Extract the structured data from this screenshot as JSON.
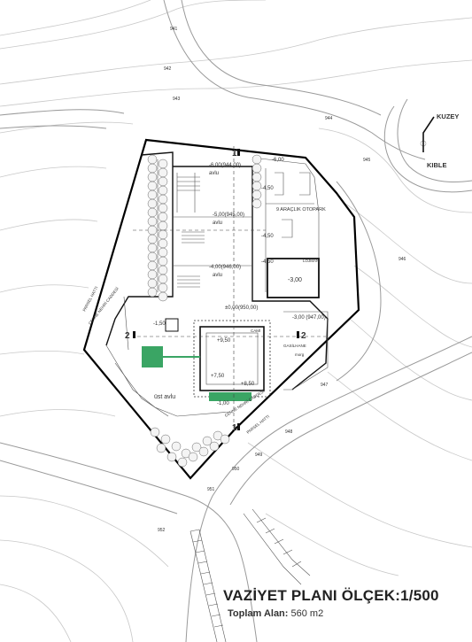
{
  "title": "VAZİYET PLANI ÖLÇEK:1/500",
  "area": {
    "label": "Toplam Alan:",
    "value": "560 m2"
  },
  "north_arrow": {
    "kuzey": "KUZEY",
    "kible": "KIBLE"
  },
  "contour_labels": [
    "941",
    "942",
    "943",
    "944",
    "945",
    "946",
    "947",
    "948",
    "949",
    "950",
    "951",
    "952"
  ],
  "level_labels": {
    "l1": "-6,00",
    "l2": "-6,00(944,00)",
    "l3": "avlu",
    "l4": "-5,00(945,00)",
    "l5": "avlu",
    "l6": "-4,00(946,00)",
    "l7": "avlu",
    "l8": "±0,00(950,00)",
    "l9": "-3,00 (947,00)",
    "l10": "+9,50",
    "l11": "+7,50",
    "l12": "+8,50",
    "l13": "-1,50",
    "l14": "-1,00",
    "l15": "-4,50",
    "l16": "-4,50",
    "l17": "-4,50"
  },
  "room_labels": {
    "otopark": "9 ARAÇLIK OTOPARK",
    "lojman": "LOJMAN",
    "lojman_level": "-3,00",
    "cami": "CAMİ",
    "ust_avlu": "üst avlu",
    "gasilhane": "GASİLHANE",
    "morg": "morg"
  },
  "street_labels": [
    "CENNE NEHRİ CADDESİ",
    "PARSEL HATTI",
    "CENNE NEHRİ CADDESİ",
    "PARSEL HATTI"
  ],
  "section_marks": [
    "1",
    "1",
    "2",
    "2"
  ],
  "colors": {
    "green": "#3aa564",
    "line": "#111111",
    "contour": "#c8c8c8"
  }
}
